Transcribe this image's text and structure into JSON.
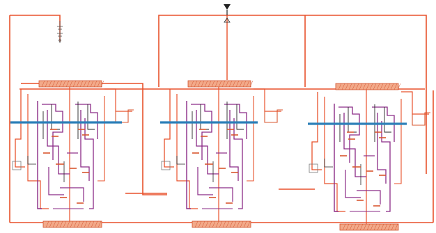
{
  "diagram": {
    "type": "circuit-layout",
    "colors": {
      "background": "#ffffff",
      "power_wire": "#e8512b",
      "signal_wire": "#d9572f",
      "inner_wire": "#8a2a86",
      "bus_line": "#2c7fb8",
      "pad_fill": "#f2a989",
      "pad_stroke": "#d1502c",
      "dark": "#222222"
    },
    "cells": [
      {
        "id": "cell-left"
      },
      {
        "id": "cell-middle"
      },
      {
        "id": "cell-right"
      }
    ],
    "symbols": {
      "top_terminal_icon": "arrow-down-terminal",
      "source_icon": "voltage-source"
    }
  }
}
